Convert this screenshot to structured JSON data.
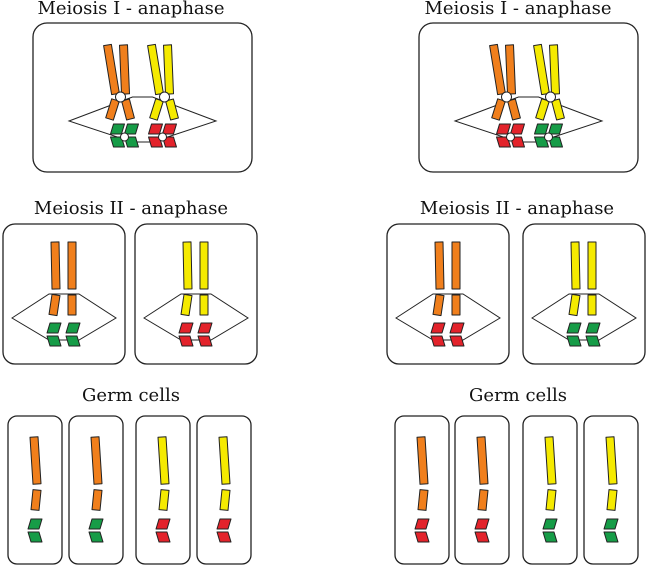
{
  "titles": {
    "left_meiosis1": "Meiosis I - anaphase",
    "right_meiosis1": "Meiosis I - anaphase",
    "left_meiosis2": "Meiosis II - anaphase",
    "right_meiosis2": "Meiosis II - anaphase",
    "left_germ": "Germ cells",
    "right_germ": "Germ cells"
  },
  "colors": {
    "orange": "#f07f1c",
    "yellow": "#f5ea00",
    "green": "#169c47",
    "red": "#e3232b",
    "outline": "#222222"
  },
  "scenarios": [
    {
      "side": "left",
      "meiosis1": {
        "top": [
          "orange",
          "yellow"
        ],
        "bottom": [
          "green",
          "red"
        ]
      },
      "meiosis2": [
        {
          "top": "orange",
          "bottom": "green"
        },
        {
          "top": "yellow",
          "bottom": "red"
        }
      ],
      "germ": [
        {
          "top": "orange",
          "bottom": "green"
        },
        {
          "top": "orange",
          "bottom": "green"
        },
        {
          "top": "yellow",
          "bottom": "red"
        },
        {
          "top": "yellow",
          "bottom": "red"
        }
      ]
    },
    {
      "side": "right",
      "meiosis1": {
        "top": [
          "orange",
          "yellow"
        ],
        "bottom": [
          "red",
          "green"
        ]
      },
      "meiosis2": [
        {
          "top": "orange",
          "bottom": "red"
        },
        {
          "top": "yellow",
          "bottom": "green"
        }
      ],
      "germ": [
        {
          "top": "orange",
          "bottom": "red"
        },
        {
          "top": "orange",
          "bottom": "red"
        },
        {
          "top": "yellow",
          "bottom": "green"
        },
        {
          "top": "yellow",
          "bottom": "green"
        }
      ]
    }
  ]
}
